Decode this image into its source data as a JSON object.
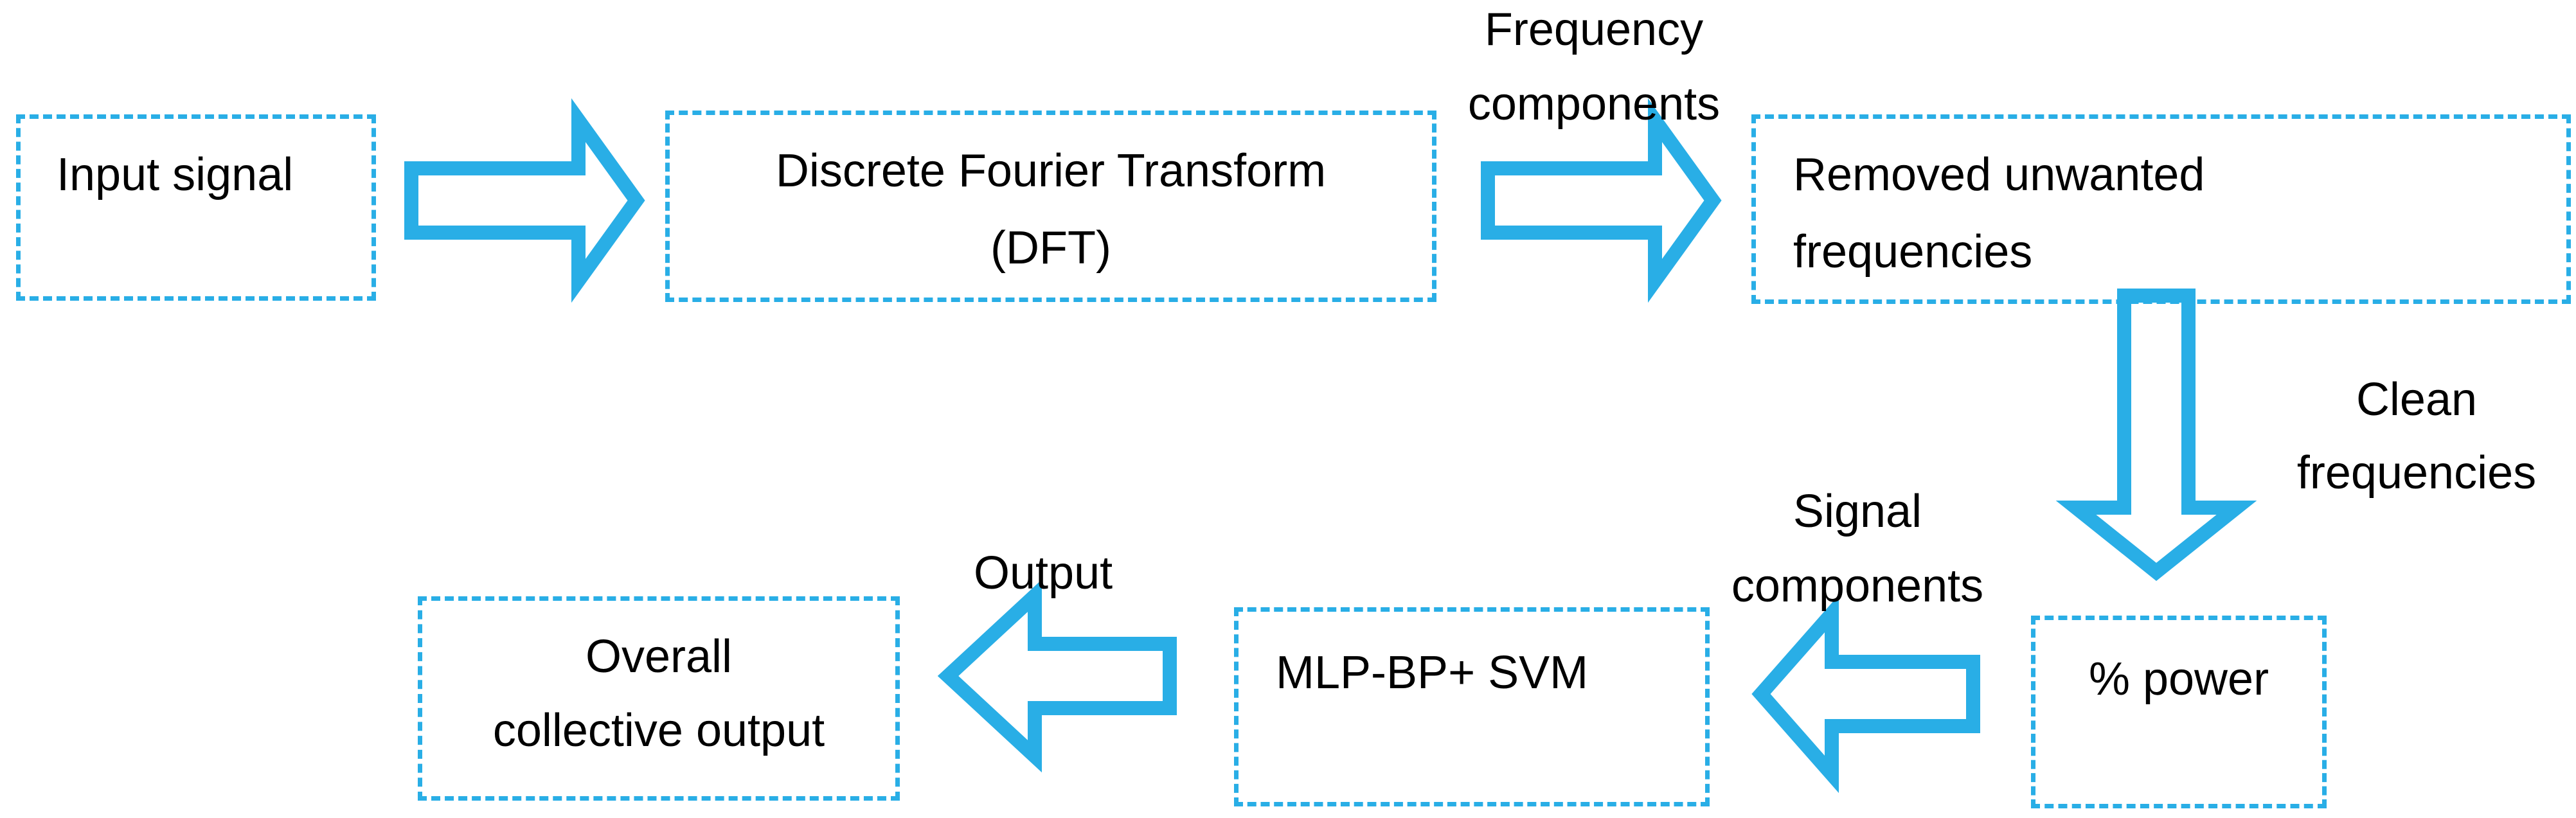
{
  "colors": {
    "accent": "#29aee6",
    "text": "#000000",
    "background": "#ffffff"
  },
  "boxes": {
    "input_signal": "Input signal",
    "dft_line1": "Discrete Fourier Transform",
    "dft_line2": "(DFT)",
    "removed_line1": "Removed unwanted",
    "removed_line2": "frequencies",
    "power": "% power",
    "mlp": "MLP-BP+ SVM",
    "overall_line1": "Overall",
    "overall_line2": "collective output"
  },
  "arrow_labels": {
    "freq_line1": "Frequency",
    "freq_line2": "components",
    "clean_line1": "Clean",
    "clean_line2": "frequencies",
    "signal_line1": "Signal",
    "signal_line2": "components",
    "output": "Output"
  }
}
